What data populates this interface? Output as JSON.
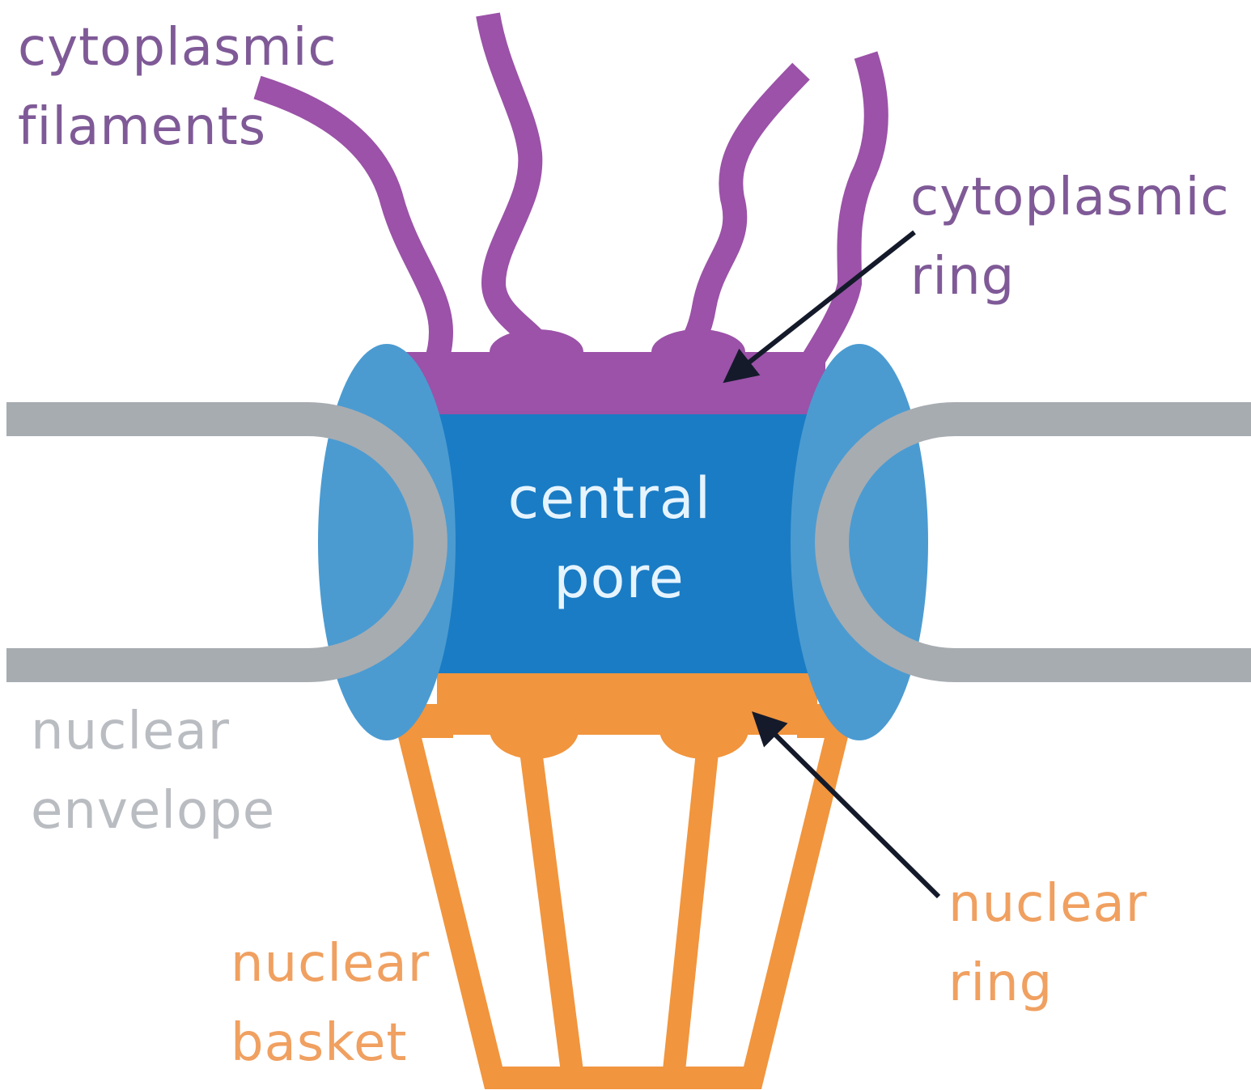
{
  "labels": {
    "cytoplasmic_filaments": [
      "cytoplasmic",
      "filaments"
    ],
    "cytoplasmic_ring": [
      "cytoplasmic",
      "ring"
    ],
    "central_pore": [
      "central",
      "pore"
    ],
    "nuclear_envelope": [
      "nuclear",
      "envelope"
    ],
    "nuclear_ring": [
      "nuclear",
      "ring"
    ],
    "nuclear_basket": [
      "nuclear",
      "basket"
    ]
  },
  "colors": {
    "cytoplasmic": "#9b52a8",
    "central_pore": "#1a7cc4",
    "side_ring": "#4b9bd1",
    "envelope": "#a7acb1",
    "nuclear": "#f1953e",
    "arrow": "#141a2a"
  }
}
